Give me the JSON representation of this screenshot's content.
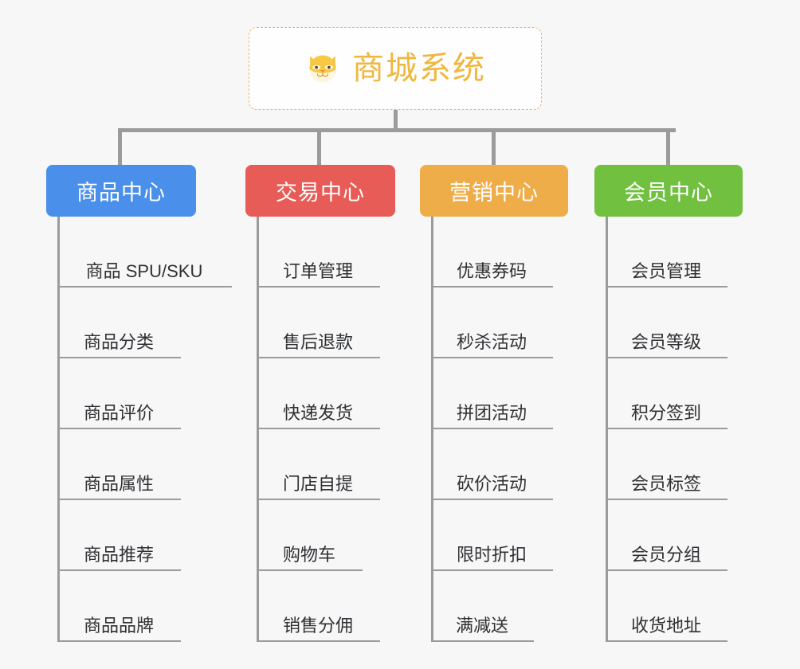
{
  "page": {
    "background_color": "#f7f7f7",
    "line_color": "#9b9b9b"
  },
  "root": {
    "title": "商城系统",
    "icon": "shiba-dog-face-emoji",
    "text_color": "#efb73f",
    "border_color": "#e8b964"
  },
  "columns": [
    {
      "header": "商品中心",
      "color": "#4a90ea",
      "items": [
        "商品 SPU/SKU",
        "商品分类",
        "商品评价",
        "商品属性",
        "商品推荐",
        "商品品牌"
      ]
    },
    {
      "header": "交易中心",
      "color": "#e85c57",
      "items": [
        "订单管理",
        "售后退款",
        "快递发货",
        "门店自提",
        "购物车",
        "销售分佣"
      ]
    },
    {
      "header": "营销中心",
      "color": "#eead48",
      "items": [
        "优惠券码",
        "秒杀活动",
        "拼团活动",
        "砍价活动",
        "限时折扣",
        "满减送"
      ]
    },
    {
      "header": "会员中心",
      "color": "#71c040",
      "items": [
        "会员管理",
        "会员等级",
        "积分签到",
        "会员标签",
        "会员分组",
        "收货地址"
      ]
    }
  ]
}
